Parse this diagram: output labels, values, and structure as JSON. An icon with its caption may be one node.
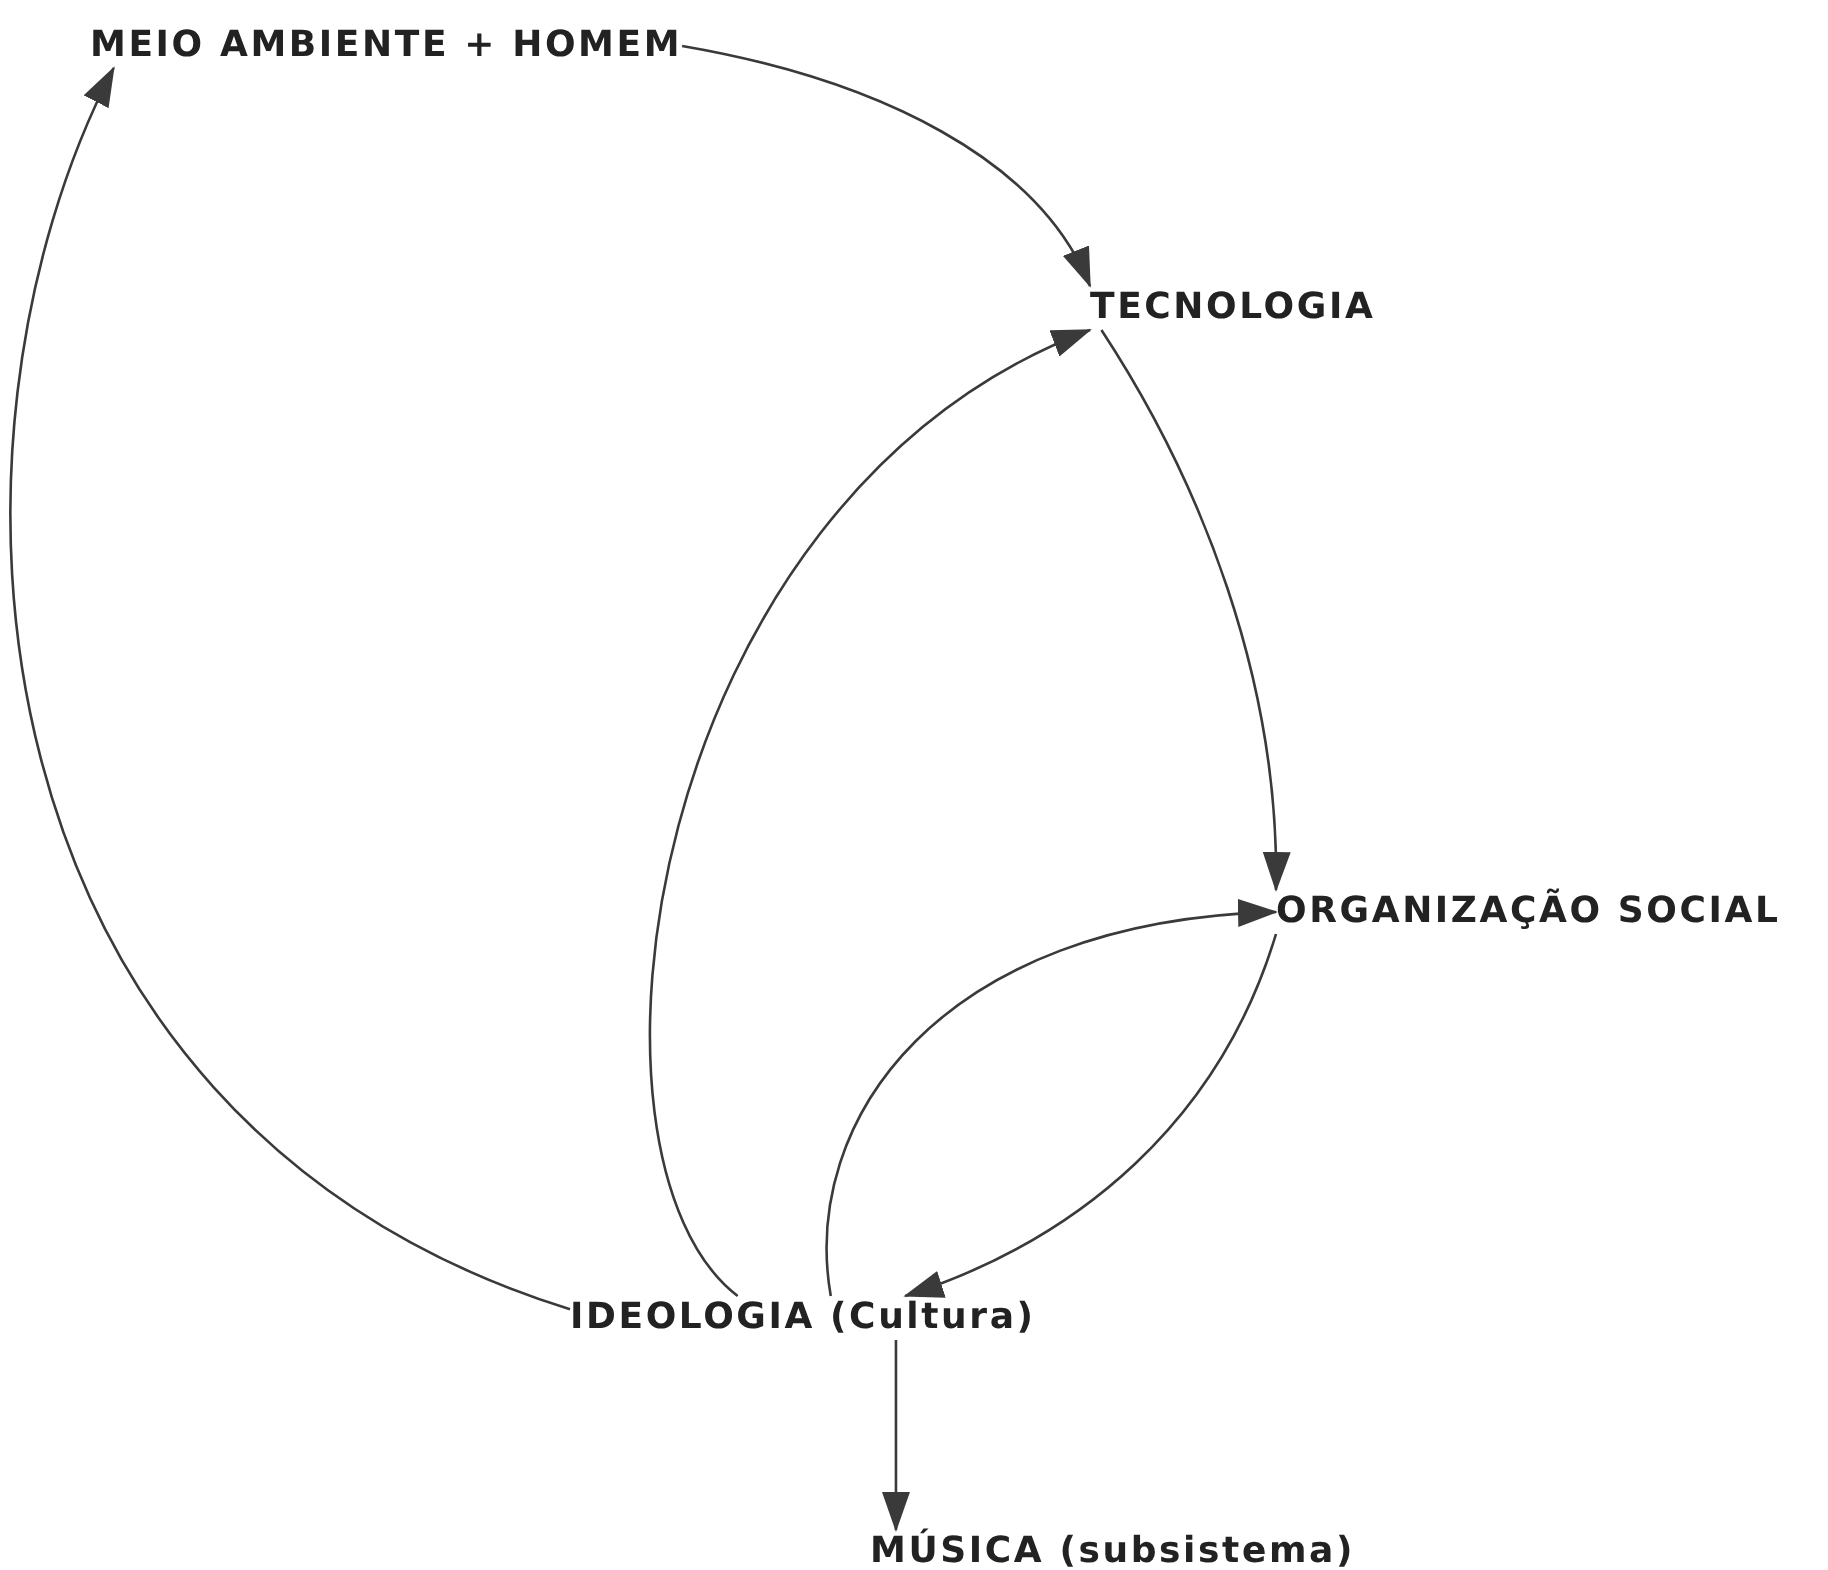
{
  "diagram": {
    "nodes": [
      {
        "text": [
          "MEIO AMBIENTE + HOMEM"
        ]
      },
      {
        "text": [
          "TECNOLOGIA"
        ]
      },
      {
        "text": [
          "ORGANIZAÇÃO SOCIAL"
        ]
      },
      {
        "text": [
          "IDEOLOGIA (Cultura)"
        ]
      },
      {
        "text": [
          "MÚSICA (subsistema)"
        ]
      }
    ],
    "edges": [
      {
        "from": 0,
        "to": 1,
        "arrow": "to"
      },
      {
        "from": 1,
        "to": 2,
        "arrow": "to"
      },
      {
        "from": 2,
        "to": 3,
        "arrow": "to"
      },
      {
        "from": 3,
        "to": 2,
        "arrow": "to"
      },
      {
        "from": 3,
        "to": 1,
        "arrow": "to"
      },
      {
        "from": 3,
        "to": 0,
        "arrow": "to"
      },
      {
        "from": 3,
        "to": 4,
        "arrow": "to"
      }
    ]
  }
}
